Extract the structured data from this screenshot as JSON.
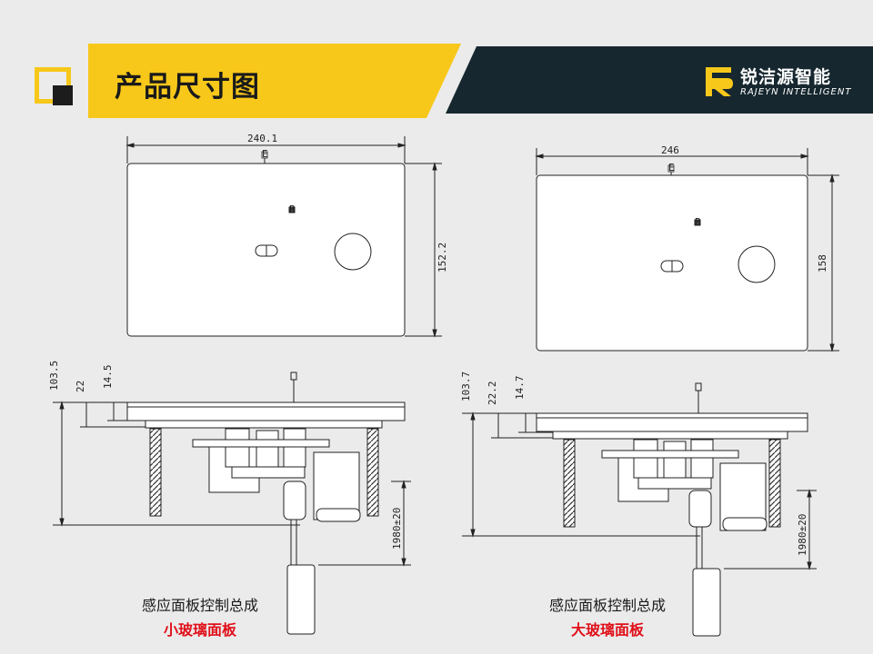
{
  "header": {
    "title": "产品尺寸图",
    "brand_cn": "锐洁源智能",
    "brand_en": "RAJEYN INTELLIGENT",
    "colors": {
      "yellow": "#f7c81a",
      "dark": "#16272f"
    }
  },
  "small_panel": {
    "front_dims": {
      "width": "240.1",
      "height": "152.2"
    },
    "front_marks": {
      "top": "E",
      "center": "B"
    },
    "side_dims": {
      "total": "103.5",
      "upper": "22",
      "glass": "14.5",
      "float": "1980±20"
    },
    "caption": "感应面板控制总成",
    "caption_sub": "小玻璃面板"
  },
  "large_panel": {
    "front_dims": {
      "width": "246",
      "height": "158"
    },
    "front_marks": {
      "top": "E",
      "center": "B"
    },
    "side_dims": {
      "total": "103.7",
      "upper": "22.2",
      "glass": "14.7",
      "float": "1980±20"
    },
    "caption": "感应面板控制总成",
    "caption_sub": "大玻璃面板"
  }
}
